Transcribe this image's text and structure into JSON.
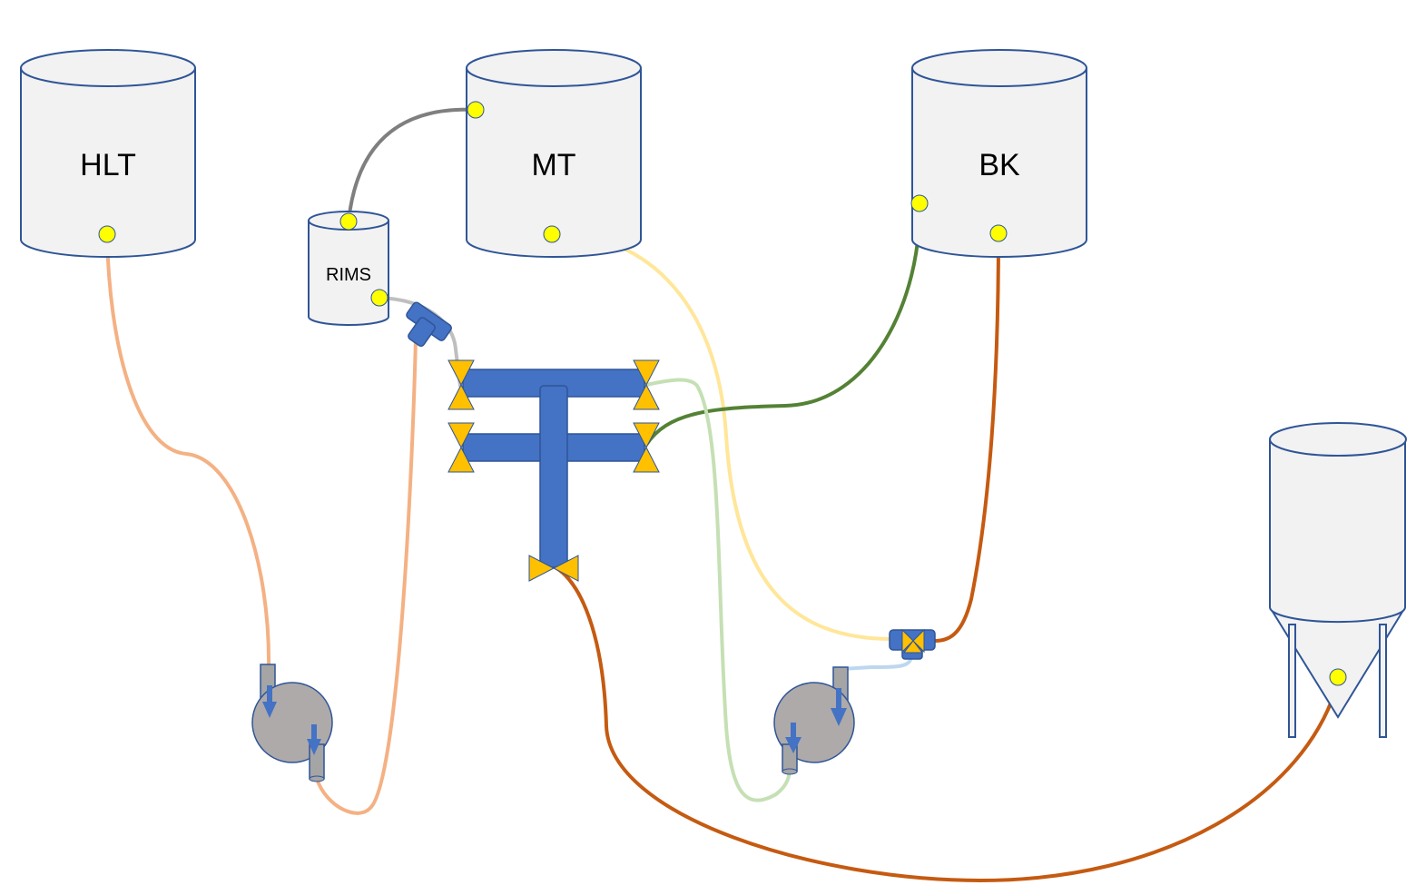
{
  "colors": {
    "vessel_fill": "#f2f2f2",
    "vessel_stroke": "#2f5597",
    "port": "#ffff00",
    "manifold": "#4472c4",
    "valve": "#ffc000",
    "pump": "#aeaaaa",
    "pump_stub": "#a5a5a5",
    "hose_hot_water": "#f4b183",
    "hose_mash": "#ffe699",
    "hose_wort": "#c55a11",
    "hose_gray": "#7f7f7f",
    "hose_light_gray": "#bfbfbf",
    "hose_dark_green": "#548235",
    "hose_light_green": "#c5e0b4",
    "hose_light_blue": "#bdd7ee"
  },
  "vessels": {
    "hlt": {
      "label": "HLT"
    },
    "mt": {
      "label": "MT"
    },
    "bk": {
      "label": "BK"
    },
    "rims": {
      "label": "RIMS"
    },
    "fermenter": {
      "label": ""
    }
  },
  "pumps": [
    "pump",
    "pump"
  ],
  "manifold": {
    "valve_count": 5
  }
}
